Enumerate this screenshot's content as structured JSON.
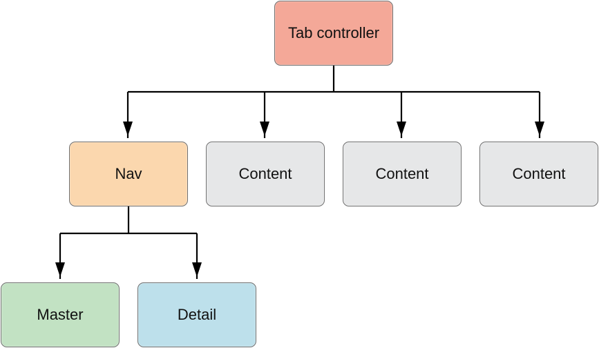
{
  "nodes": {
    "tab_controller": {
      "label": "Tab controller",
      "color": "#f4a898"
    },
    "nav": {
      "label": "Nav",
      "color": "#fbd7ae"
    },
    "content_1": {
      "label": "Content",
      "color": "#e6e7e8"
    },
    "content_2": {
      "label": "Content",
      "color": "#e6e7e8"
    },
    "content_3": {
      "label": "Content",
      "color": "#e6e7e8"
    },
    "master": {
      "label": "Master",
      "color": "#c2e2c3"
    },
    "detail": {
      "label": "Detail",
      "color": "#bde0eb"
    }
  },
  "edges": [
    {
      "from": "tab_controller",
      "to": "nav"
    },
    {
      "from": "tab_controller",
      "to": "content_1"
    },
    {
      "from": "tab_controller",
      "to": "content_2"
    },
    {
      "from": "tab_controller",
      "to": "content_3"
    },
    {
      "from": "nav",
      "to": "master"
    },
    {
      "from": "nav",
      "to": "detail"
    }
  ],
  "style": {
    "connector_color": "#000000",
    "border_color": "#6f6f6f"
  }
}
